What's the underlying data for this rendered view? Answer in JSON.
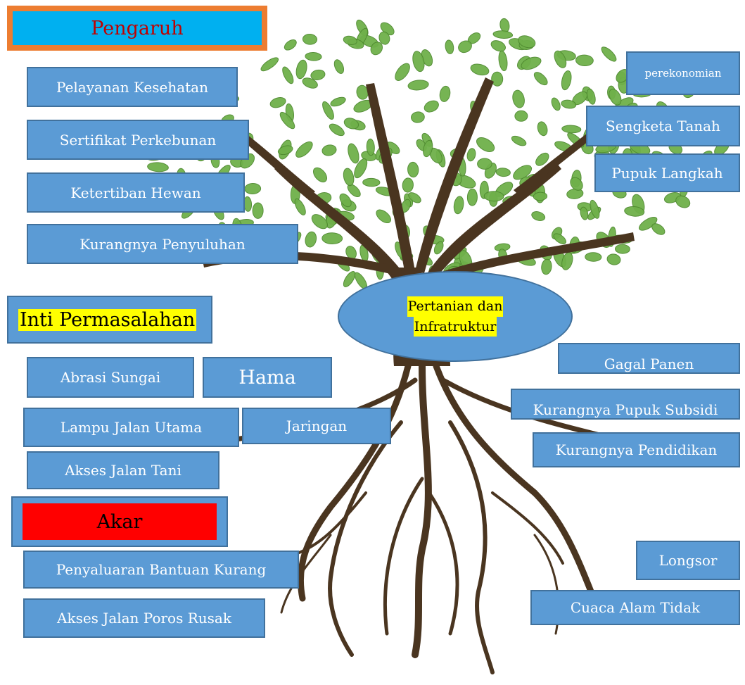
{
  "headings": {
    "pengaruh": "Pengaruh",
    "inti": "Inti Permasalahan",
    "akar": "Akar"
  },
  "core": {
    "line1": "Pertanian  dan",
    "line2": "Infratruktur"
  },
  "pengaruh_items": [
    "Pelayanan Kesehatan",
    "Sertifikat Perkebunan",
    "Ketertiban Hewan",
    "Kurangnya Penyuluhan",
    "perekonomian",
    "Sengketa Tanah",
    "Pupuk Langkah"
  ],
  "inti_items": [
    "Abrasi Sungai",
    "Hama",
    "Lampu Jalan Utama",
    "Jaringan",
    "Akses Jalan Tani",
    "Gagal Panen",
    "Kurangnya Pupuk Subsidi",
    "Kurangnya Pendidikan"
  ],
  "akar_items": [
    "Penyaluaran Bantuan Kurang",
    "Akses Jalan Poros Rusak",
    "Longsor",
    "Cuaca Alam Tidak"
  ],
  "colors": {
    "box_fill": "#5b9bd5",
    "box_border": "#41719c",
    "pengaruh_fill": "#00b0f0",
    "pengaruh_border": "#ed7d31",
    "pengaruh_text": "#c00000",
    "inti_highlight": "#ffff00",
    "akar_fill": "#ff0000",
    "leaf": "#6fb04a",
    "trunk": "#4a3520"
  },
  "icons": [
    "tree-illustration"
  ]
}
